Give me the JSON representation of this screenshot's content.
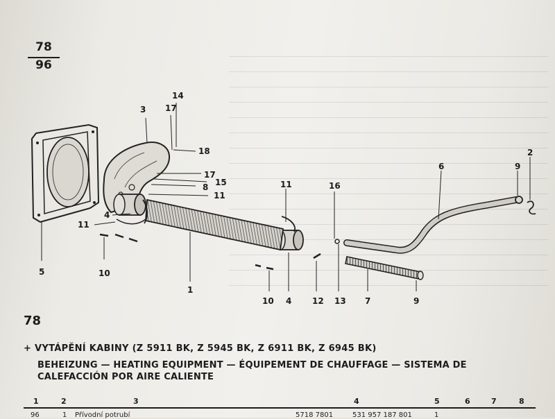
{
  "figure": {
    "number_top": "78",
    "number_bottom": "96"
  },
  "callouts": [
    {
      "id": "c14",
      "text": "14"
    },
    {
      "id": "c3",
      "text": "3"
    },
    {
      "id": "c17a",
      "text": "17"
    },
    {
      "id": "c18",
      "text": "18"
    },
    {
      "id": "c17b",
      "text": "17"
    },
    {
      "id": "c15",
      "text": "15"
    },
    {
      "id": "c8",
      "text": "8"
    },
    {
      "id": "c11a",
      "text": "11"
    },
    {
      "id": "c4a",
      "text": "4"
    },
    {
      "id": "c11b",
      "text": "11"
    },
    {
      "id": "c10a",
      "text": "10"
    },
    {
      "id": "c5",
      "text": "5"
    },
    {
      "id": "c1",
      "text": "1"
    },
    {
      "id": "c11c",
      "text": "11"
    },
    {
      "id": "c16",
      "text": "16"
    },
    {
      "id": "c10b",
      "text": "10"
    },
    {
      "id": "c4b",
      "text": "4"
    },
    {
      "id": "c12",
      "text": "12"
    },
    {
      "id": "c13",
      "text": "13"
    },
    {
      "id": "c7",
      "text": "7"
    },
    {
      "id": "c9a",
      "text": "9"
    },
    {
      "id": "c6",
      "text": "6"
    },
    {
      "id": "c9b",
      "text": "9"
    },
    {
      "id": "c2",
      "text": "2"
    }
  ],
  "section": {
    "number": "78",
    "title_cz": "+ VYTÁPĚNÍ KABINY (Z 5911 BK, Z 5945 BK, Z 6911 BK, Z 6945 BK)",
    "title_multi": "BEHEIZUNG — HEATING EQUIPMENT — ÉQUIPEMENT DE CHAUFFAGE — SISTEMA DE CALEFACCIÓN POR AIRE CALIENTE"
  },
  "table": {
    "headers": [
      "1",
      "2",
      "3",
      "4",
      "5",
      "6",
      "7",
      "8"
    ],
    "rows": [
      [
        "96",
        "1",
        "Přívodní potrubí",
        "5718 7801",
        "531 957 187 801",
        "1"
      ]
    ]
  }
}
